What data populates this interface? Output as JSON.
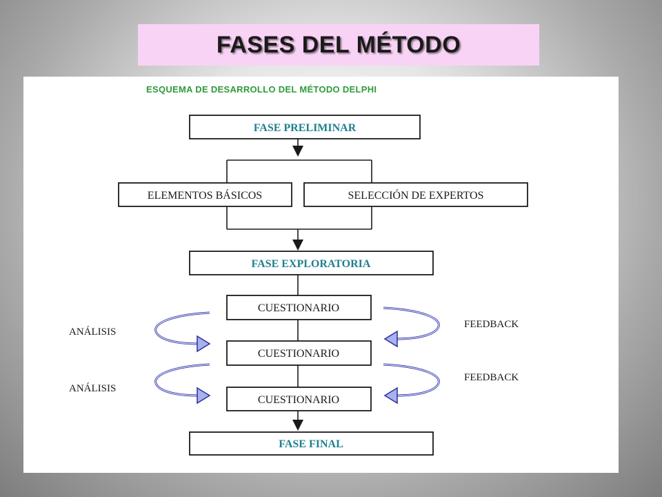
{
  "title": "FASES DEL MÉTODO",
  "diagram": {
    "heading": "ESQUEMA DE DESARROLLO DEL MÉTODO DELPHI",
    "fase_preliminar": "FASE PRELIMINAR",
    "elementos_basicos": "ELEMENTOS BÁSICOS",
    "seleccion_expertos": "SELECCIÓN DE EXPERTOS",
    "fase_exploratoria": "FASE EXPLORATORIA",
    "cuestionarios": [
      "CUESTIONARIO",
      "CUESTIONARIO",
      "CUESTIONARIO"
    ],
    "analisis_labels": [
      "ANÁLISIS",
      "ANÁLISIS"
    ],
    "feedback_labels": [
      "FEEDBACK",
      "FEEDBACK"
    ],
    "fase_final": "FASE FINAL"
  },
  "colors": {
    "title_bg": "#f9d3f5",
    "heading_green": "#2e9a3a",
    "phase_teal": "#1f7f8f",
    "loop_arrow_blue": "#2a2f9a",
    "loop_arrow_fill": "#a9b1ee"
  }
}
